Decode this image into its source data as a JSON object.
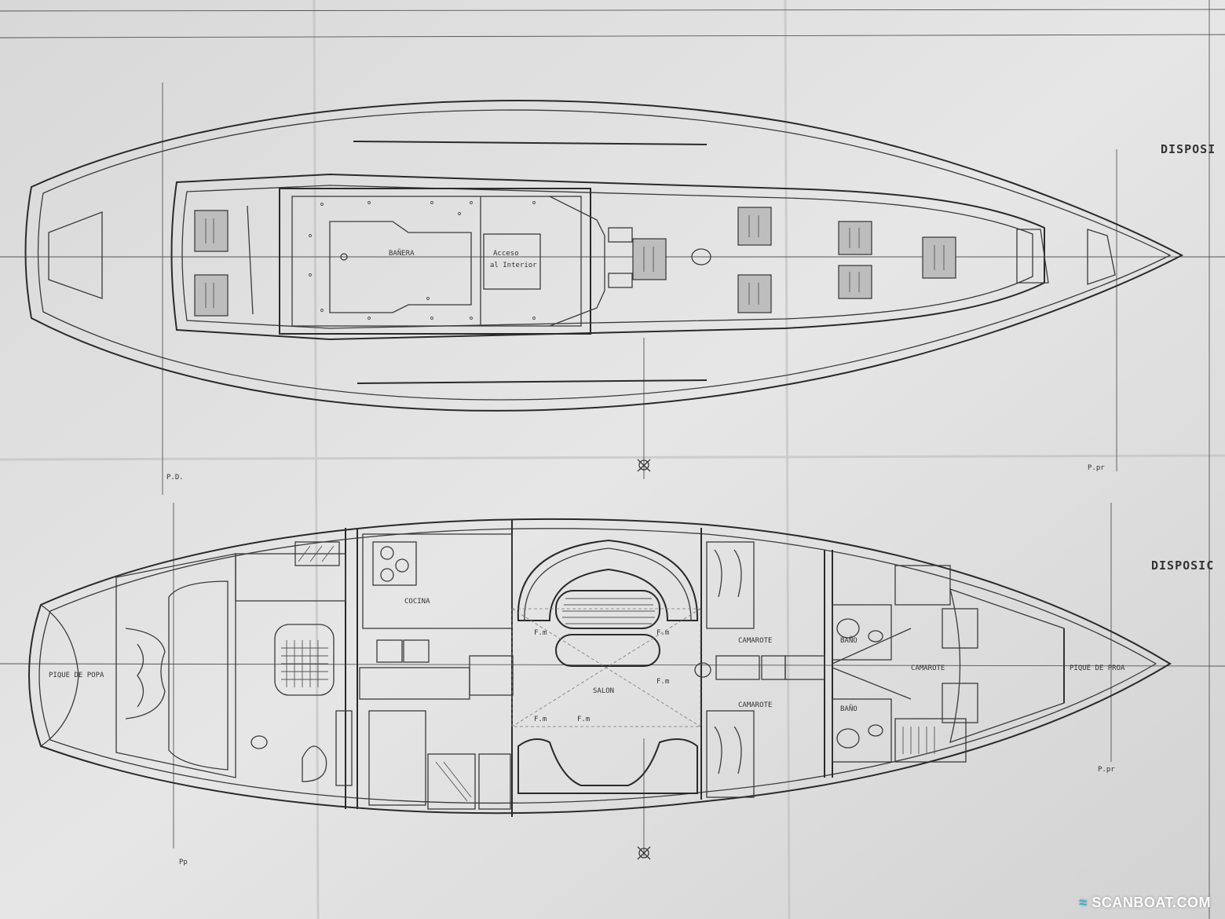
{
  "labels": {
    "deck_plan_title": "DISPOSI",
    "interior_plan_title": "DISPOSIC",
    "banera": "BAÑERA",
    "acceso_interior_1": "Acceso",
    "acceso_interior_2": "al Interior",
    "pd": "P.D.",
    "ppr_top": "P.pr",
    "pp_bottom": "Pp",
    "ppr_bottom": "P.pr",
    "cocina": "COCINA",
    "salon": "SALON",
    "camarote_1": "CAMAROTE",
    "camarote_2": "CAMAROTE",
    "camarote_proa": "CAMAROTE",
    "bano_1": "BAÑO",
    "bano_2": "BAÑO",
    "pique_popa": "PIQUE DE POPA",
    "pique_proa": "PIQUE DE PROA",
    "fm": "F.m"
  },
  "watermark": {
    "text": "SCANBOAT.COM",
    "accent": "#2fb3d8"
  },
  "colors": {
    "paper": "#e2e2e2",
    "ink": "#3a3a3a"
  }
}
